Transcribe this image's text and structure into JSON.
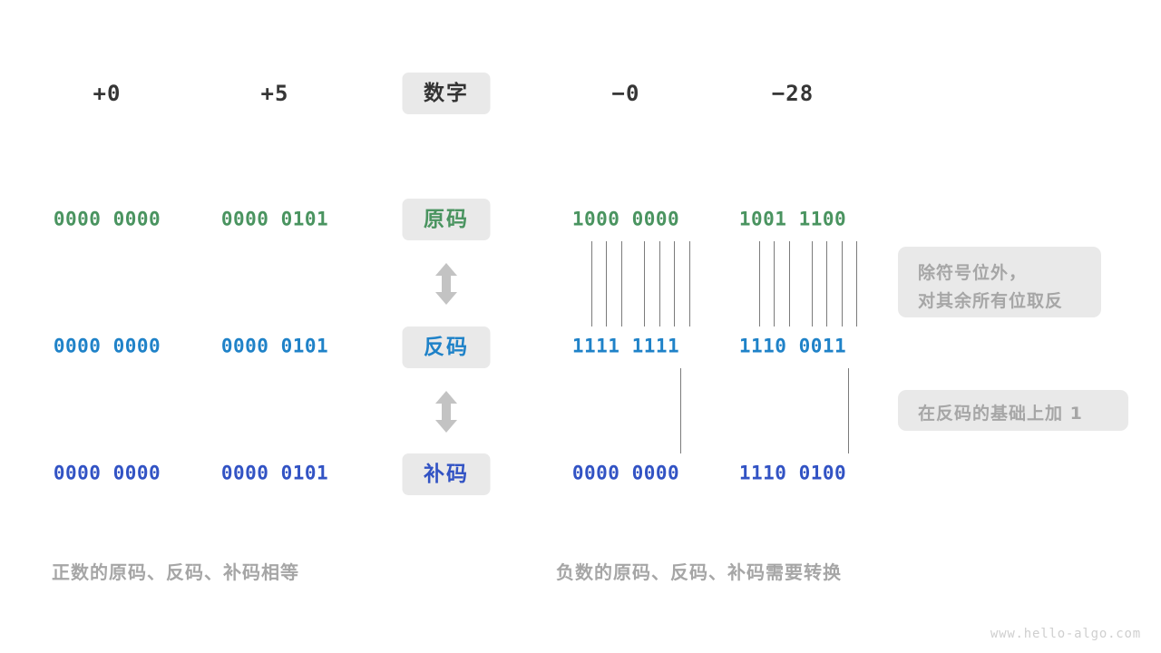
{
  "page": {
    "watermark": "www.hello-algo.com",
    "background": "#ffffff"
  },
  "colors": {
    "sign_magnitude": "#4a9460",
    "ones_complement": "#1f82c8",
    "twos_complement": "#3253c4",
    "chip_bg": "#e9e9e9",
    "note_text": "#a6a6a6",
    "header_text": "#363636",
    "connector_line": "#7b7b7b"
  },
  "row_labels": {
    "number": "数字",
    "sign_magnitude": "原码",
    "ones_complement": "反码",
    "twos_complement": "补码"
  },
  "columns": [
    {
      "id": "plus-zero",
      "header": "+0",
      "sign_magnitude": "0000 0000",
      "ones_complement": "0000 0000",
      "twos_complement": "0000 0000"
    },
    {
      "id": "plus-five",
      "header": "+5",
      "sign_magnitude": "0000 0101",
      "ones_complement": "0000 0101",
      "twos_complement": "0000 0101"
    },
    {
      "id": "minus-zero",
      "header": "−0",
      "sign_magnitude": "1000 0000",
      "ones_complement": "1111 1111",
      "twos_complement": "0000 0000"
    },
    {
      "id": "minus-twentyeight",
      "header": "−28",
      "sign_magnitude": "1001 1100",
      "ones_complement": "1110 0011",
      "twos_complement": "1110 0100"
    }
  ],
  "notes": {
    "invert": "除符号位外，\n对其余所有位取反",
    "add_one": "在反码的基础上加 1"
  },
  "captions": {
    "positive": "正数的原码、反码、补码相等",
    "negative": "负数的原码、反码、补码需要转换"
  },
  "arrows": {
    "origin_to_ones": "double-vertical-arrow",
    "ones_to_twos": "double-vertical-arrow"
  }
}
